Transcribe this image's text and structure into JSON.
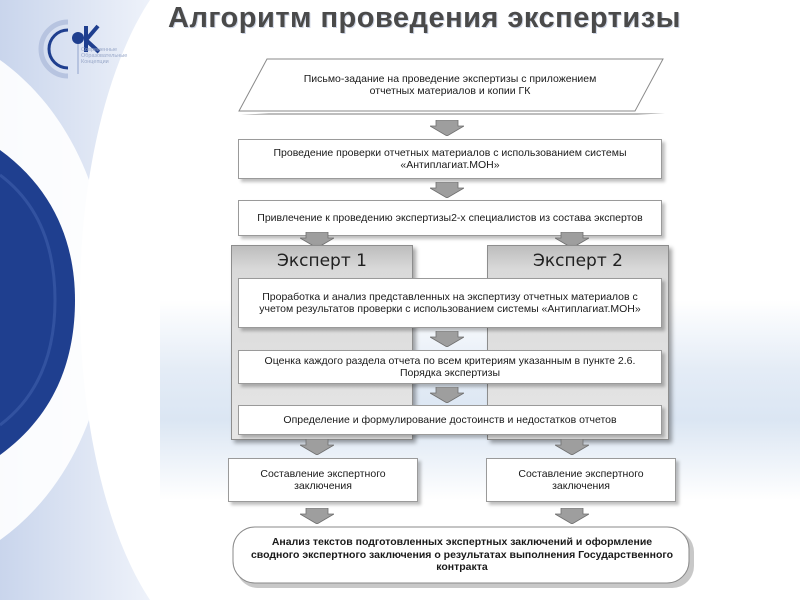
{
  "slide": {
    "title": "Алгоритм проведения экспертизы"
  },
  "logo": {
    "caption_lines": [
      "Современные",
      "Образовательные",
      "Концепции"
    ]
  },
  "flow": {
    "step1": "Письмо-задание на проведение экспертизы с приложением отчетных материалов и копии ГК",
    "step2": "Проведение проверки отчетных материалов с использованием системы «Антиплагиат.МОН»",
    "step3": "Привлечение к проведению экспертизы2-х специалистов из состава экспертов",
    "expert1_label": "Эксперт 1",
    "expert2_label": "Эксперт 2",
    "step4": "Проработка и анализ представленных на экспертизу отчетных материалов с учетом результатов проверки с использованием системы «Антиплагиат.МОН»",
    "step5": "Оценка каждого раздела отчета по всем критериям указанным в пункте 2.6. Порядка экспертизы",
    "step6": "Определение и формулирование достоинств и недостатков отчетов",
    "conclusion_left": "Составление экспертного заключения",
    "conclusion_right": "Составление экспертного заключения",
    "final": "Анализ текстов подготовленных  экспертных заключений и оформление сводного экспертного заключения о результатах выполнения Государственного контракта"
  },
  "colors": {
    "accent_blue": "#1f3f8f",
    "arc_light": "#c7d3ea",
    "panel_gray": "#d9d9d9"
  }
}
